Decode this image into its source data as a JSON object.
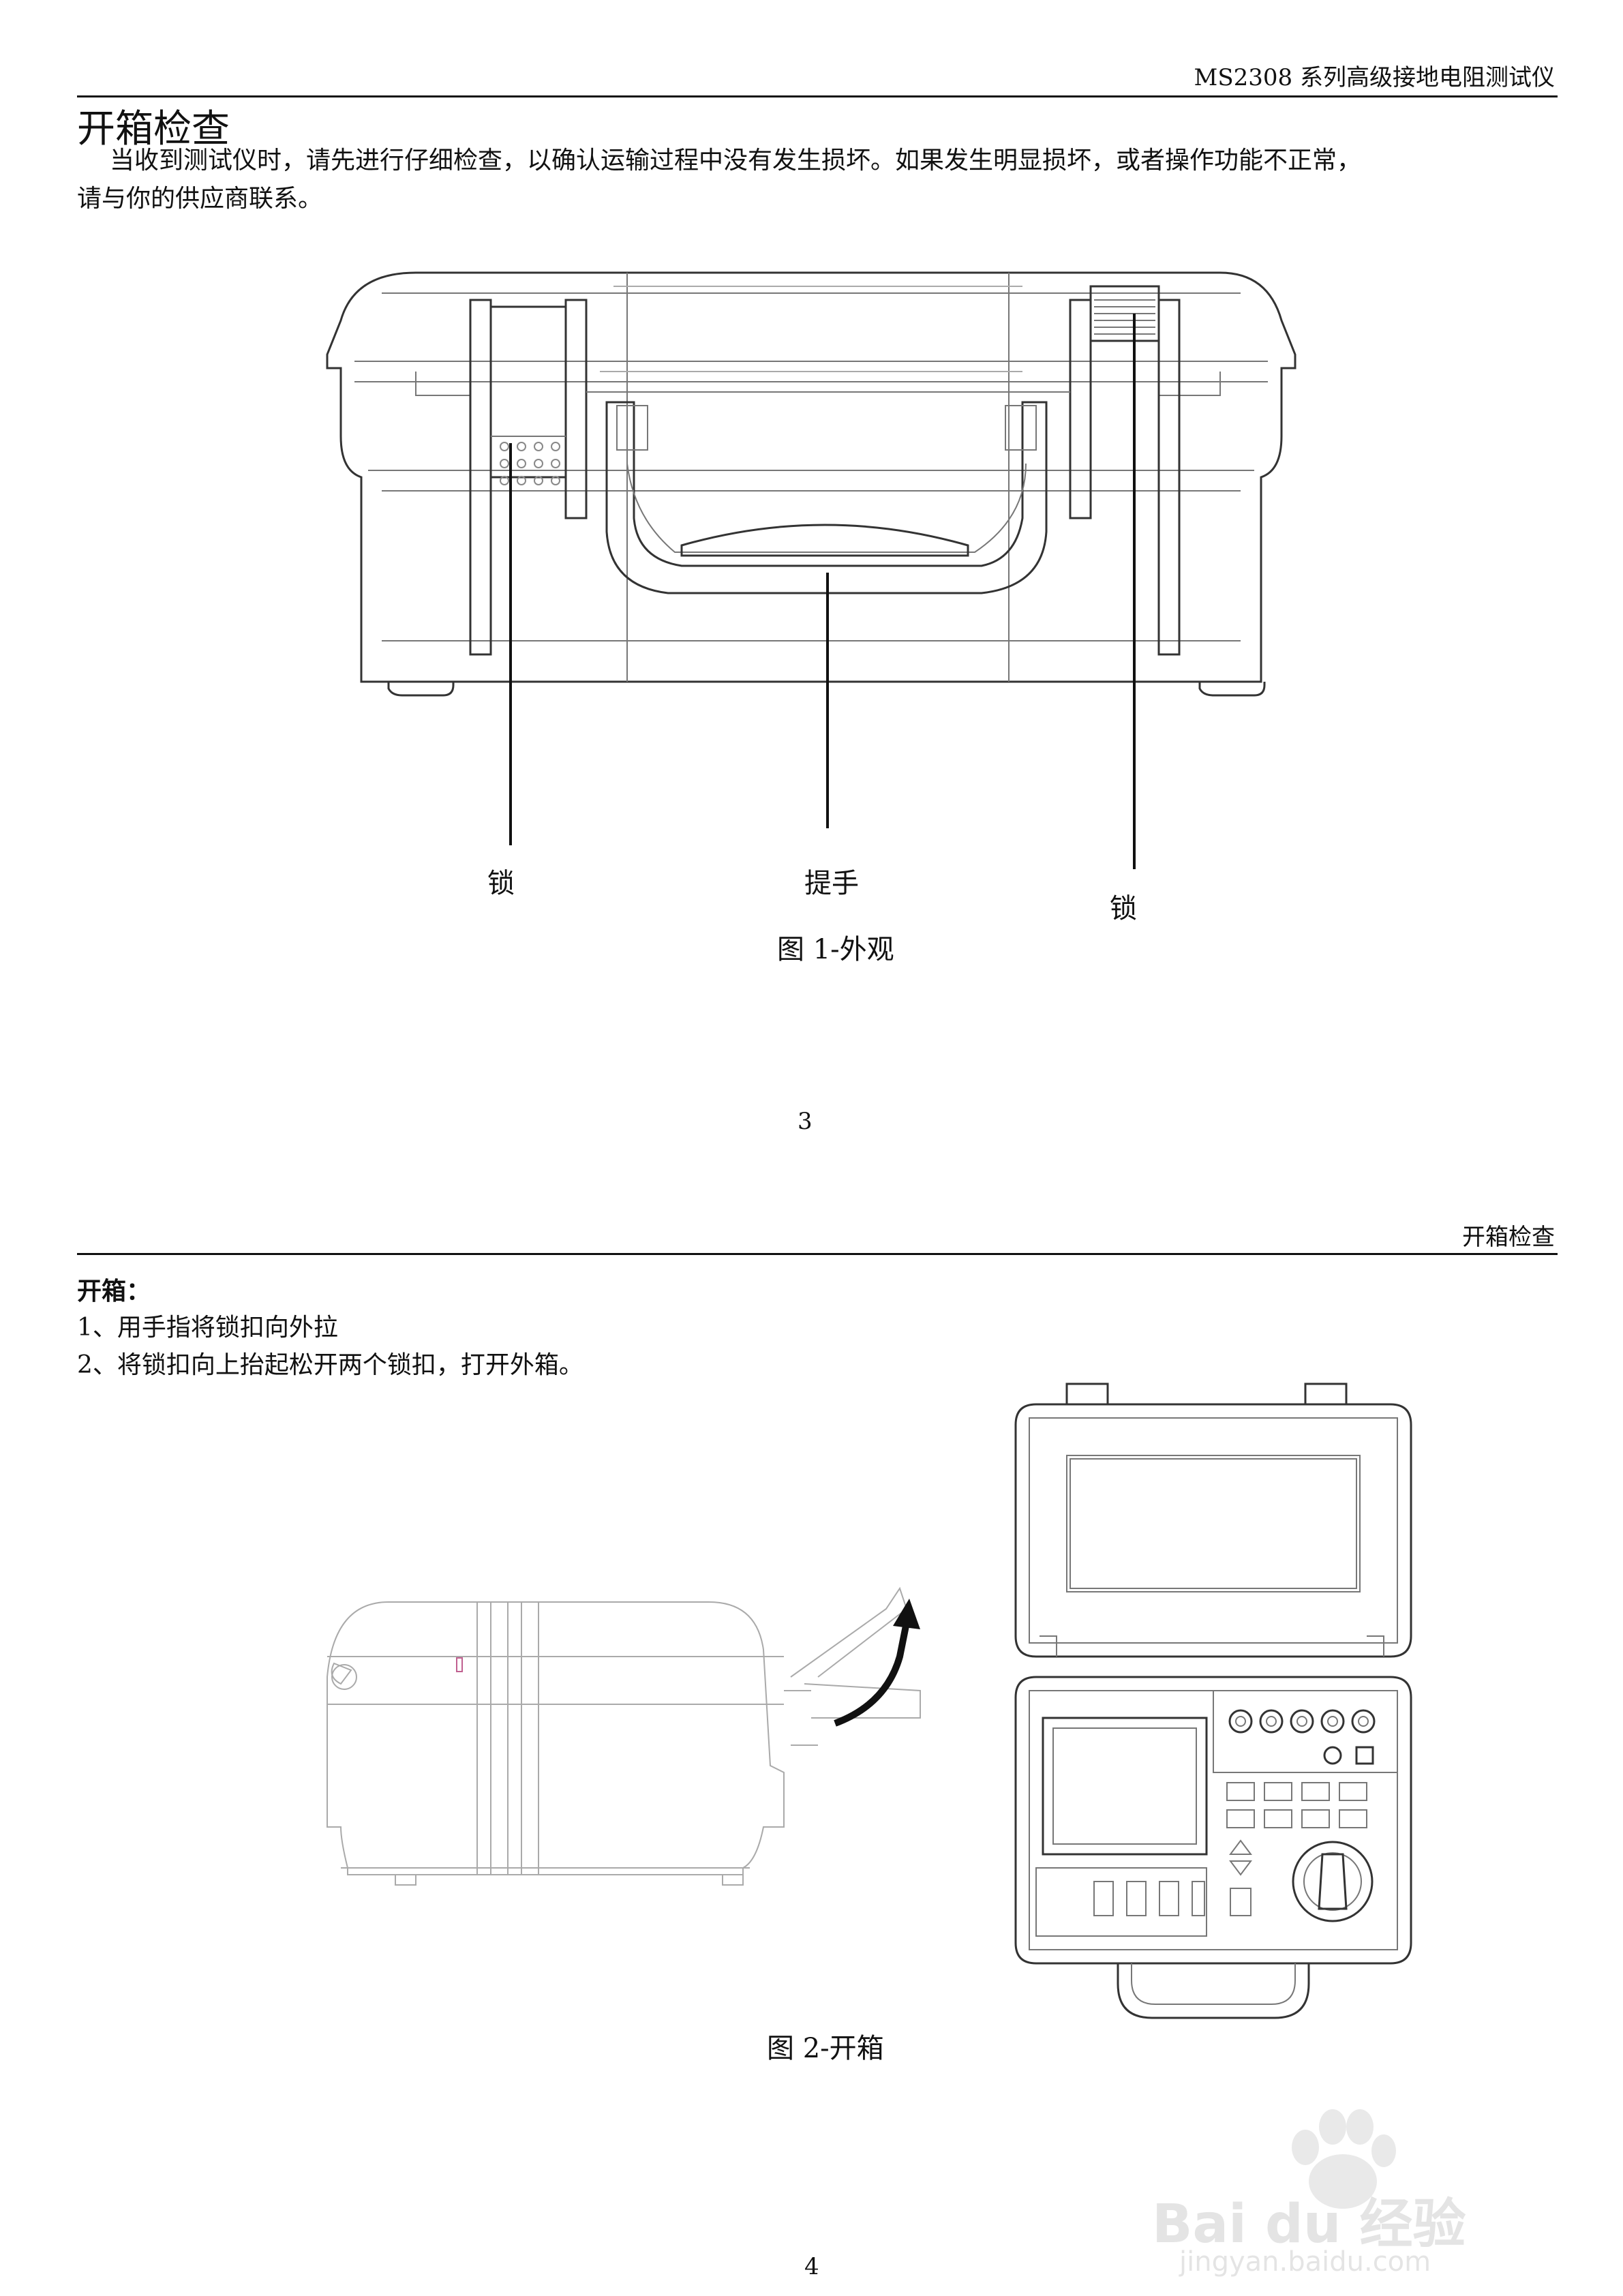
{
  "page1": {
    "running_header": "MS2308 系列高级接地电阻测试仪",
    "title": "开箱检查",
    "intro_line1": "当收到测试仪时，请先进行仔细检查，以确认运输过程中没有发生损坏。如果发生明显损坏，或者操作功能不正常，",
    "intro_line2": "请与你的供应商联系。",
    "figure": {
      "label_lock_left": "锁",
      "label_handle": "提手",
      "label_lock_right": "锁",
      "caption": "图 1-外观"
    },
    "page_number": "3"
  },
  "page2": {
    "running_header": "开箱检查",
    "subtitle": "开箱：",
    "steps": [
      "1、用手指将锁扣向外拉",
      "2、将锁扣向上抬起松开两个锁扣，打开外箱。"
    ],
    "figure_caption": "图 2-开箱",
    "page_number": "4"
  },
  "watermark": {
    "logo_text": "Bai du 经验",
    "url": "jingyan.baidu.com"
  }
}
